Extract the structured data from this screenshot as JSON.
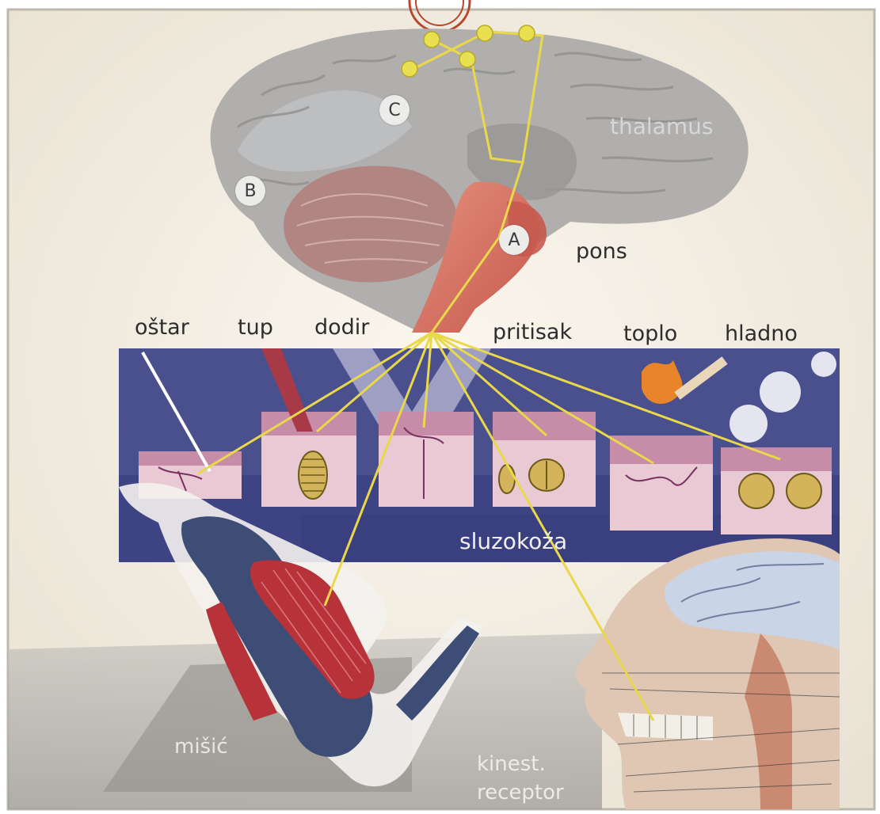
{
  "brain_labels": {
    "thalamus": "thalamus",
    "pons": "pons",
    "marker_a": "A",
    "marker_b": "B",
    "marker_c": "C"
  },
  "receptor_labels": [
    "oštar",
    "tup",
    "dodir",
    "pritisak",
    "toplo",
    "hladno"
  ],
  "tissue_label": "sluzokoža",
  "muscle_label": "mišić",
  "kinesthetic_label_line1": "kinest.",
  "kinesthetic_label_line2": "receptor",
  "colors": {
    "nerve_line": "#e8d84a",
    "brainstem": "#d9786a",
    "skin_band": "#4a4f8e",
    "muscle": "#b8323a",
    "brain_gray": "#a8a8a6"
  }
}
